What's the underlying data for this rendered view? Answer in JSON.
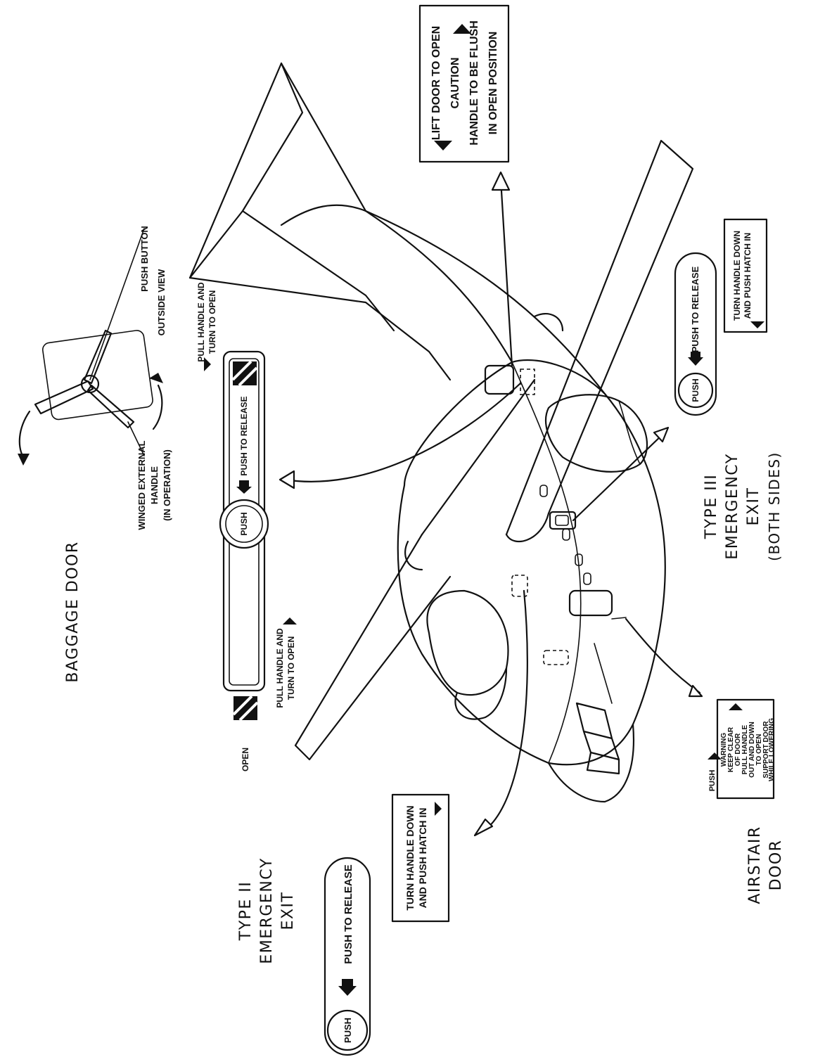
{
  "labels": {
    "baggage_door": "BAGGAGE DOOR",
    "winged_handle": [
      "WINGED EXTERNAL",
      "HANDLE",
      "(IN OPERATION)"
    ],
    "push_button": "PUSH BUTTON",
    "outside_view": "OUTSIDE VIEW",
    "open": "OPEN",
    "pull_handle_upper": [
      "PULL HANDLE AND",
      "TURN TO OPEN"
    ],
    "pull_handle_lower": [
      "PULL HANDLE AND",
      "TURN TO OPEN"
    ],
    "push_to_release_handle": "PUSH TO RELEASE",
    "push_badge": "PUSH",
    "lift_door_placard": [
      "LIFT DOOR TO OPEN",
      "CAUTION",
      "HANDLE TO BE FLUSH",
      "IN OPEN POSITION"
    ],
    "type3_push_to_release": "PUSH TO RELEASE",
    "type3_push_badge": "PUSH",
    "type3_placard": [
      "TURN HANDLE DOWN",
      "AND PUSH HATCH IN"
    ],
    "type3_title": [
      "TYPE III",
      "EMERGENCY",
      "EXIT",
      "(BOTH SIDES)"
    ],
    "airstair_warning": [
      "WARNING",
      "KEEP CLEAR",
      "OF DOOR",
      "PULL HANDLE",
      "OUT AND DOWN",
      "TO OPEN",
      "SUPPORT DOOR",
      "WHILE LOWERING"
    ],
    "airstair_push": "PUSH",
    "airstair_title": [
      "AIRSTAIR",
      "DOOR"
    ],
    "type2_placard": [
      "TURN HANDLE DOWN",
      "AND PUSH HATCH IN"
    ],
    "type2_push_to_release": "PUSH TO RELEASE",
    "type2_push_badge": "PUSH",
    "type2_title": [
      "TYPE II",
      "EMERGENCY",
      "EXIT"
    ]
  }
}
